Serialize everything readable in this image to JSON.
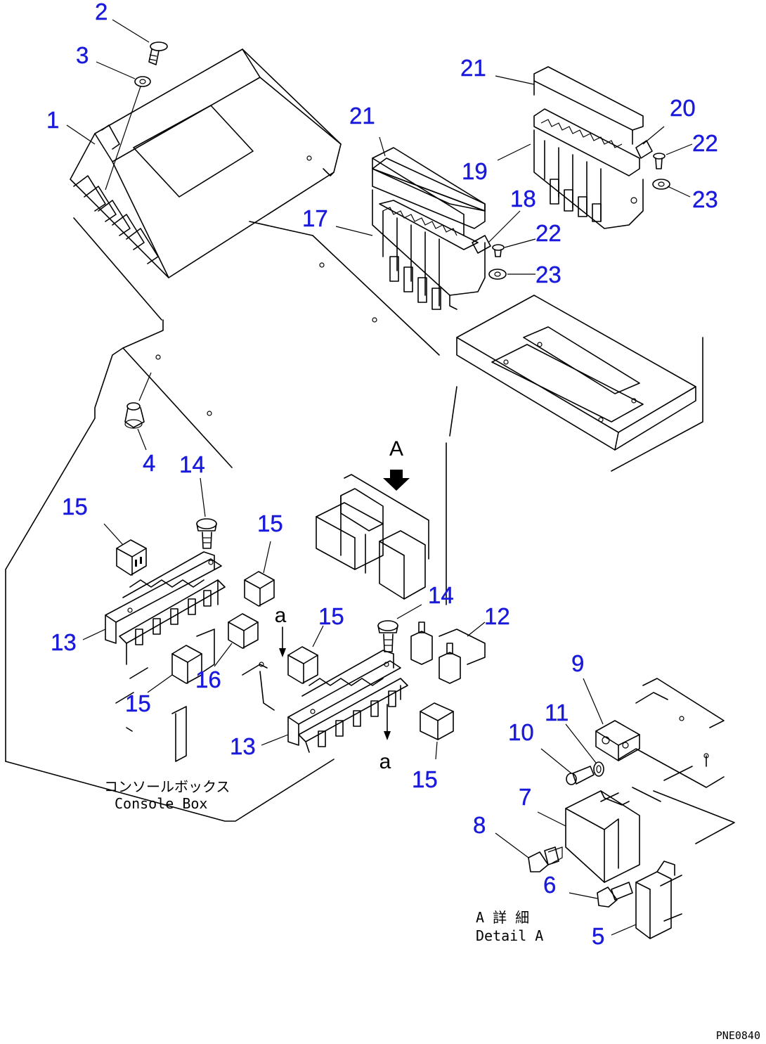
{
  "callouts": [
    {
      "id": "c2",
      "label": "2"
    },
    {
      "id": "c3",
      "label": "3"
    },
    {
      "id": "c1",
      "label": "1"
    },
    {
      "id": "c21a",
      "label": "21"
    },
    {
      "id": "c21b",
      "label": "21"
    },
    {
      "id": "c20",
      "label": "20"
    },
    {
      "id": "c22a",
      "label": "22"
    },
    {
      "id": "c19",
      "label": "19"
    },
    {
      "id": "c23a",
      "label": "23"
    },
    {
      "id": "c18",
      "label": "18"
    },
    {
      "id": "c17",
      "label": "17"
    },
    {
      "id": "c22b",
      "label": "22"
    },
    {
      "id": "c23b",
      "label": "23"
    },
    {
      "id": "c4",
      "label": "4"
    },
    {
      "id": "c14a",
      "label": "14"
    },
    {
      "id": "c15a",
      "label": "15"
    },
    {
      "id": "c15b",
      "label": "15"
    },
    {
      "id": "c14b",
      "label": "14"
    },
    {
      "id": "c12",
      "label": "12"
    },
    {
      "id": "c13a",
      "label": "13"
    },
    {
      "id": "c15c",
      "label": "15"
    },
    {
      "id": "c16",
      "label": "16"
    },
    {
      "id": "c15d",
      "label": "15"
    },
    {
      "id": "c9",
      "label": "9"
    },
    {
      "id": "c11",
      "label": "11"
    },
    {
      "id": "c10",
      "label": "10"
    },
    {
      "id": "c13b",
      "label": "13"
    },
    {
      "id": "c15e",
      "label": "15"
    },
    {
      "id": "c7",
      "label": "7"
    },
    {
      "id": "c8",
      "label": "8"
    },
    {
      "id": "c6",
      "label": "6"
    },
    {
      "id": "c5",
      "label": "5"
    }
  ],
  "view_arrow_label": "A",
  "section_marks": [
    "a",
    "a"
  ],
  "console_caption": {
    "jp": "コンソールボックス",
    "en": "Console Box"
  },
  "detail_caption": {
    "jp": "A 詳 細",
    "en": "Detail A"
  },
  "drawing_code": "PNE0840",
  "colors": {
    "callout": "#1a1adc",
    "line": "#000000",
    "background": "#ffffff"
  }
}
